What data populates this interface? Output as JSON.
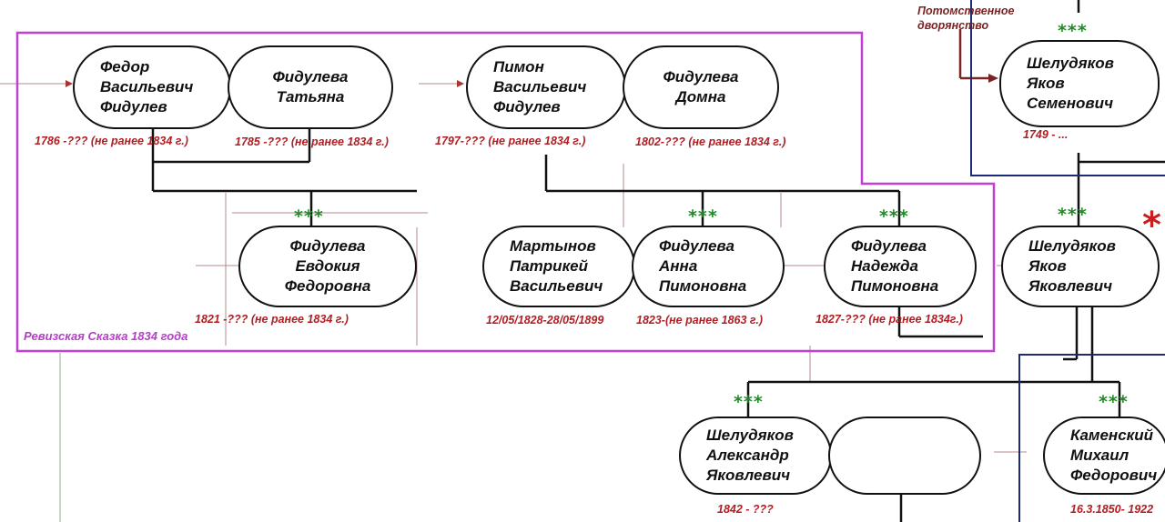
{
  "diagram": {
    "labels": {
      "revision": "Ревизская Сказка 1834 года",
      "nobility": "Потомственное\nдворянство",
      "marriage_mark": "***",
      "red_mark": "*"
    },
    "people": [
      {
        "id": "fedor",
        "name": "Федор\nВасильевич\nФидулев",
        "dates": "1786 -??? (не ранее 1834 г.)"
      },
      {
        "id": "tatyana",
        "name": "Фидулева\nТатьяна",
        "dates": "1785 -??? (не ранее 1834 г.)"
      },
      {
        "id": "pimon",
        "name": "Пимон\nВасильевич\nФидулев",
        "dates": "1797-??? (не ранее 1834 г.)"
      },
      {
        "id": "domna",
        "name": "Фидулева\nДомна",
        "dates": "1802-??? (не ранее 1834 г.)"
      },
      {
        "id": "evdokiya",
        "name": "Фидулева\nЕвдокия\nФедоровна",
        "dates": "1821  -??? (не ранее 1834 г.)"
      },
      {
        "id": "martynov",
        "name": "Мартынов\nПатрикей\nВасильевич",
        "dates": "12/05/1828-28/05/1899"
      },
      {
        "id": "anna",
        "name": "Фидулева\nАнна\nПимоновна",
        "dates": "1823-(не ранее 1863 г.)"
      },
      {
        "id": "nadezhda",
        "name": "Фидулева\nНадежда\nПимоновна",
        "dates": "1827-??? (не ранее 1834г.)"
      },
      {
        "id": "yakov_s",
        "name": "Шелудяков\nЯков\nСеменович",
        "dates": "1749 - ..."
      },
      {
        "id": "yakov_ya",
        "name": "Шелудяков\nЯков\nЯковлевич",
        "dates": ""
      },
      {
        "id": "aleksandr",
        "name": "Шелудяков\nАлександр\nЯковлевич",
        "dates": "1842 - ???"
      },
      {
        "id": "unknown",
        "name": "",
        "dates": ""
      },
      {
        "id": "kamenskiy",
        "name": "Каменский\nМихаил\nФедорович",
        "dates": "16.3.1850- 1922"
      }
    ]
  }
}
